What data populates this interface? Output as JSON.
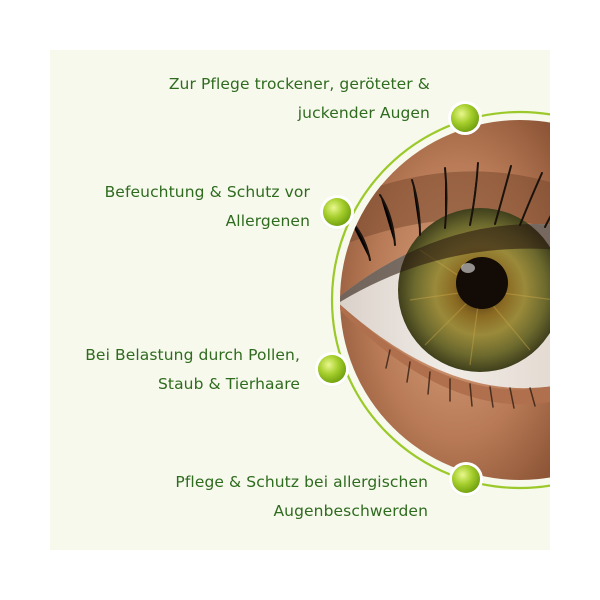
{
  "benefits": [
    {
      "line1": "Zur Pflege trockener, geröteter &",
      "line2": "juckender Augen"
    },
    {
      "line1": "Befeuchtung & Schutz vor",
      "line2": "Allergenen"
    },
    {
      "line1": "Bei Belastung durch Pollen,",
      "line2": "Staub & Tierhaare"
    },
    {
      "line1": "Pflege & Schutz bei allergischen",
      "line2": "Augenbeschwerden"
    }
  ],
  "colors": {
    "text": "#2f6b1f",
    "accent": "#8bbd1f",
    "background": "#f6f9ec"
  },
  "icons": {
    "bullet": "green-sphere-dot-icon"
  }
}
